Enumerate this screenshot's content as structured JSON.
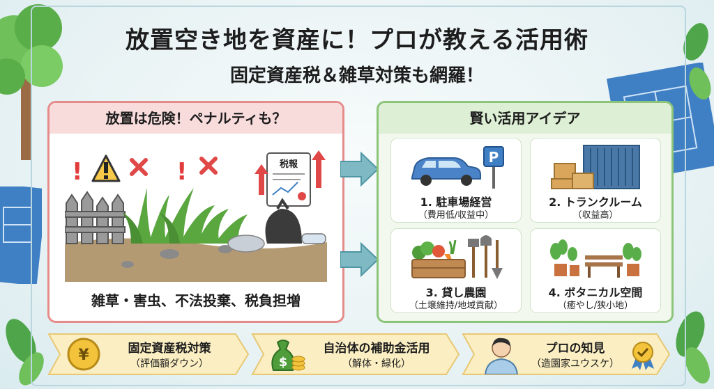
{
  "title": "放置空き地を資産に！プロが教える活用術",
  "subtitle": "固定資産税＆雑草対策も網羅！",
  "problem_panel": {
    "heading": "放置は危険！ペナルティも？",
    "caption": "雑草・害虫、不法投棄、税負担増",
    "tax_doc_label": "税報",
    "icons": [
      "warning-icon",
      "cross-icon",
      "exclamation-icon",
      "tax-notice-icon",
      "up-arrow-icon",
      "weeds-icon",
      "fence-icon",
      "garbage-bag-icon"
    ]
  },
  "ideas_panel": {
    "heading": "賢い活用アイデア",
    "parking_sign": "P",
    "ideas": [
      {
        "label": "1. 駐車場経営",
        "note": "（費用低/収益中）",
        "icon": "car-parking-icon"
      },
      {
        "label": "2. トランクルーム",
        "note": "（収益高）",
        "icon": "storage-container-icon"
      },
      {
        "label": "3. 貸し農園",
        "note": "（土壌維持/地域貢献）",
        "icon": "vegetable-crate-icon"
      },
      {
        "label": "4. ボタニカル空間",
        "note": "（癒やし/狭小地）",
        "icon": "potted-plants-bench-icon"
      }
    ]
  },
  "benefits": [
    {
      "title": "固定資産税対策",
      "note": "（評価額ダウン）",
      "icon": "yen-coin-icon",
      "symbol": "¥"
    },
    {
      "title": "自治体の補助金活用",
      "note": "（解体・緑化）",
      "icon": "money-bag-icon",
      "symbol": "$"
    },
    {
      "title": "プロの知見",
      "note": "（造園家ユウスケ）",
      "icon": "expert-avatar-icon"
    }
  ],
  "colors": {
    "problem_border": "#e58c8a",
    "problem_header": "#f8dcdc",
    "ideas_border": "#8cc47a",
    "ideas_header": "#ddefd4",
    "arrow": "#7fb9c4",
    "badge_fill": "#fbeec2",
    "badge_stroke": "#e8c874"
  }
}
